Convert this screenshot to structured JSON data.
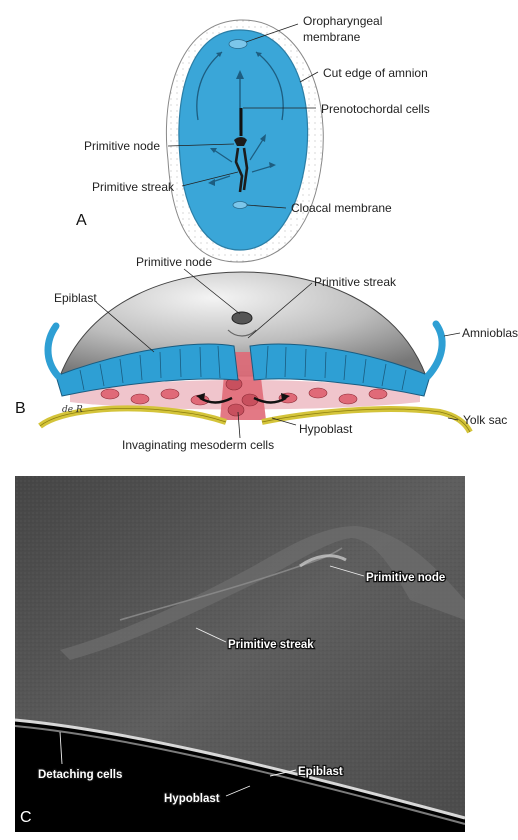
{
  "panel_a": {
    "letter": "A",
    "labels": {
      "oropharyngeal_1": "Oropharyngeal",
      "oropharyngeal_2": "membrane",
      "cut_edge": "Cut edge of amnion",
      "prenotochordal": "Prenotochordal cells",
      "primitive_node": "Primitive node",
      "primitive_streak": "Primitive streak",
      "cloacal": "Cloacal membrane"
    }
  },
  "panel_b": {
    "letter": "B",
    "signature": "de R",
    "labels": {
      "primitive_node": "Primitive node",
      "primitive_streak": "Primitive streak",
      "epiblast": "Epiblast",
      "amnioblasts": "Amnioblasts",
      "yolk_sac": "Yolk sac",
      "hypoblast": "Hypoblast",
      "invaginating": "Invaginating mesoderm cells"
    }
  },
  "panel_c": {
    "letter": "C",
    "labels": {
      "primitive_node": "Primitive node",
      "primitive_streak": "Primitive streak",
      "detaching": "Detaching cells",
      "epiblast": "Epiblast",
      "hypoblast": "Hypoblast"
    }
  },
  "colors": {
    "embryo_blue": "#3aa6d8",
    "epiblast_blue": "#2e9fd4",
    "mesoderm_red": "#e06a78",
    "yolk_yellow": "#e8df72",
    "sem_gray": "#5c5c5c"
  }
}
